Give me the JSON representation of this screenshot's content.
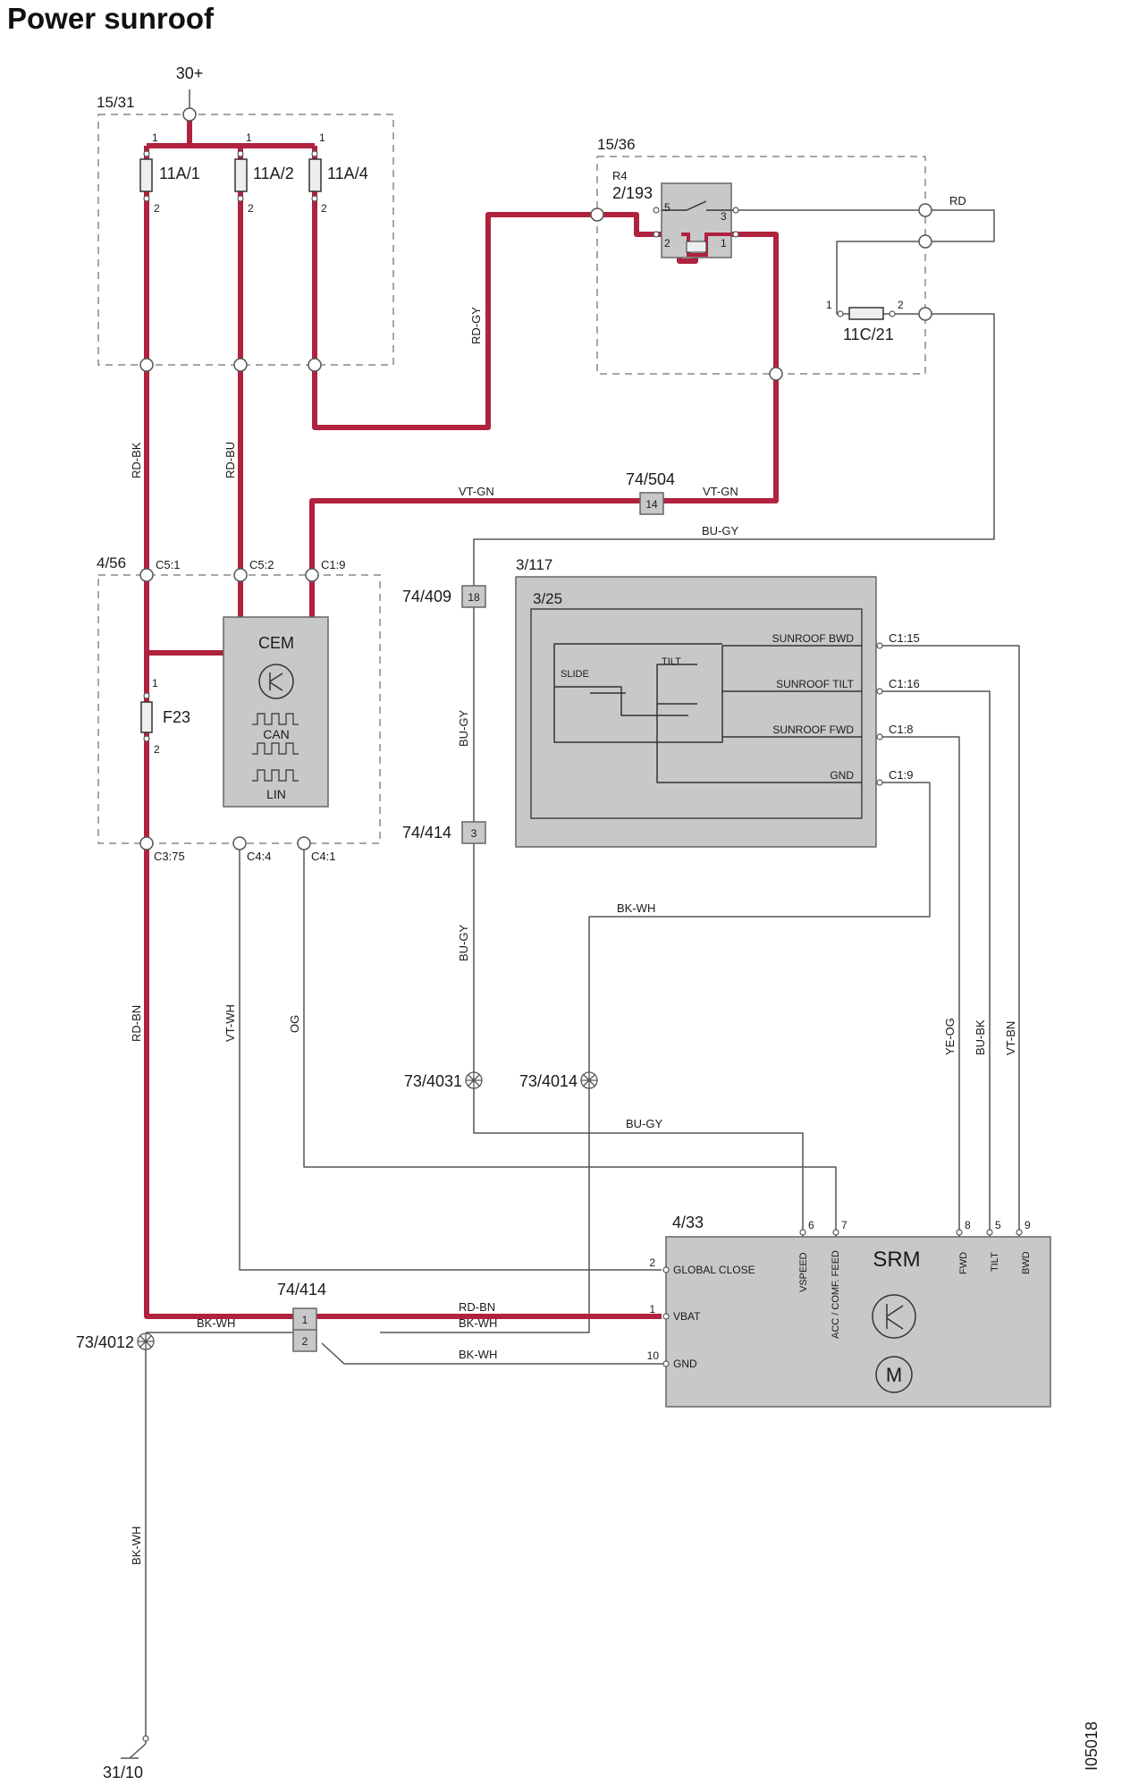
{
  "title": "Power sunroof",
  "doc_id": "I05018",
  "colors": {
    "power_wire": "#b0223e",
    "signal_wire": "#555555",
    "box_fill": "#cccccc",
    "box_stroke": "#666666",
    "dashed_box": "#888888"
  },
  "supply": "30+",
  "ground": "31/10",
  "fuse_box": {
    "id": "15/31",
    "fuses": [
      "11A/1",
      "11A/2",
      "11A/4"
    ],
    "pin1": "1",
    "pin2": "2"
  },
  "relay_box": {
    "id": "15/36",
    "relay_ref": "R4",
    "relay_id": "2/193",
    "pins": [
      "5",
      "3",
      "2",
      "1"
    ],
    "fuse": "11C/21",
    "fuse_pin1": "1",
    "fuse_pin2": "2"
  },
  "cem_box": {
    "id": "4/56",
    "module": "CEM",
    "can": "CAN",
    "lin": "LIN",
    "fuse": "F23",
    "fuse_pin1": "1",
    "fuse_pin2": "2",
    "connectors_top": [
      "C5:1",
      "C5:2",
      "C1:9"
    ],
    "connectors_bottom": [
      "C3:75",
      "C4:4",
      "C4:1"
    ]
  },
  "switch_panel": {
    "outer_id": "3/117",
    "inner_id": "3/25",
    "slide": "SLIDE",
    "tilt": "TILT",
    "outputs": [
      "SUNROOF BWD",
      "SUNROOF TILT",
      "SUNROOF FWD",
      "GND"
    ],
    "connectors": [
      "C1:15",
      "C1:16",
      "C1:8",
      "C1:9"
    ]
  },
  "srm": {
    "id": "4/33",
    "name": "SRM",
    "left_pins": [
      {
        "num": "2",
        "label": "GLOBAL CLOSE"
      },
      {
        "num": "1",
        "label": "VBAT"
      },
      {
        "num": "10",
        "label": "GND"
      }
    ],
    "top_pins": [
      {
        "num": "6",
        "label": "VSPEED"
      },
      {
        "num": "7",
        "label": "ACC / COMF. FEED"
      },
      {
        "num": "8",
        "label": "FWD"
      },
      {
        "num": "5",
        "label": "TILT"
      },
      {
        "num": "9",
        "label": "BWD"
      }
    ]
  },
  "connectors": {
    "c74_504": "74/504",
    "c74_504_pin": "14",
    "c74_409": "74/409",
    "c74_409_pin": "18",
    "c74_414a": "74/414",
    "c74_414a_pin": "3",
    "c74_414b": "74/414",
    "c74_414b_pins": [
      "1",
      "2"
    ]
  },
  "grounds": [
    "73/4031",
    "73/4014",
    "73/4012"
  ],
  "wires": {
    "rd_gy": "RD-GY",
    "rd_bk": "RD-BK",
    "rd_bu": "RD-BU",
    "rd_top": "RD",
    "vt_gn_l": "VT-GN",
    "vt_gn_r": "VT-GN",
    "bu_gy_top": "BU-GY",
    "bu_gy_v1": "BU-GY",
    "bu_gy_v2": "BU-GY",
    "bk_wh_top": "BK-WH",
    "rd_bn_v": "RD-BN",
    "vt_wh": "VT-WH",
    "og": "OG",
    "ye_og": "YE-OG",
    "bu_bk": "BU-BK",
    "vt_bn": "VT-BN",
    "bu_gy_bot": "BU-GY",
    "rd_bn_h": "RD-BN",
    "bk_wh_1": "BK-WH",
    "bk_wh_2": "BK-WH",
    "bk_wh_3": "BK-WH",
    "bk_wh_v": "BK-WH"
  }
}
